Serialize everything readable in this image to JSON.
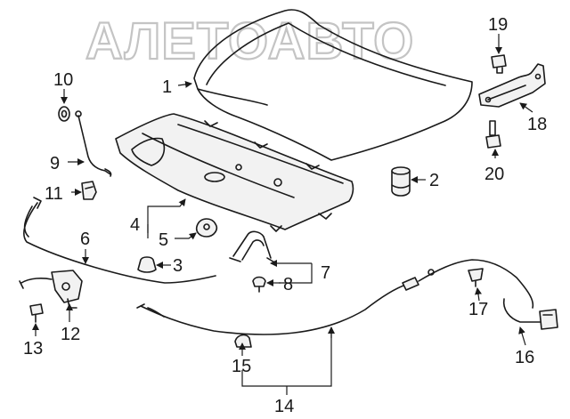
{
  "watermark": {
    "text": "АЛЕТОАВТО"
  },
  "callouts": {
    "c1": "1",
    "c2": "2",
    "c3": "3",
    "c4": "4",
    "c5": "5",
    "c6": "6",
    "c7": "7",
    "c8": "8",
    "c9": "9",
    "c10": "10",
    "c11": "11",
    "c12": "12",
    "c13": "13",
    "c14": "14",
    "c15": "15",
    "c16": "16",
    "c17": "17",
    "c18": "18",
    "c19": "19",
    "c20": "20"
  }
}
